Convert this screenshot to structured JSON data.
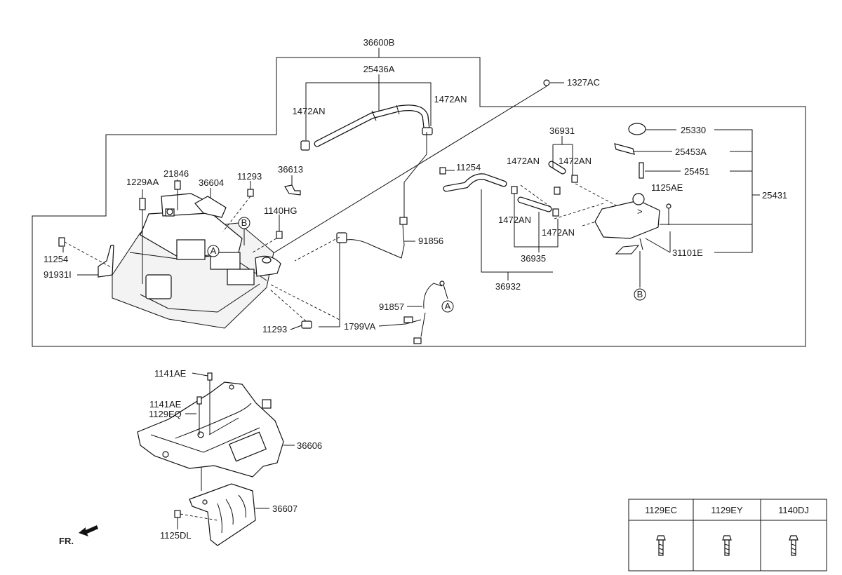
{
  "assembly_label": "36600B",
  "callouts": {
    "p_25436A": "25436A",
    "p_1472AN_a": "1472AN",
    "p_1472AN_b": "1472AN",
    "p_1327AC": "1327AC",
    "p_36931": "36931",
    "p_1472AN_c": "1472AN",
    "p_1472AN_d": "1472AN",
    "p_11254_a": "11254",
    "p_1472AN_e": "1472AN",
    "p_1472AN_f": "1472AN",
    "p_36935": "36935",
    "p_36932": "36932",
    "p_25330": "25330",
    "p_25453A": "25453A",
    "p_25451": "25451",
    "p_1125AE": "1125AE",
    "p_25431": "25431",
    "p_31101E": "31101E",
    "p_21846": "21846",
    "p_1229AA": "1229AA",
    "p_36604": "36604",
    "p_11293_a": "11293",
    "p_36613": "36613",
    "p_1140HG": "1140HG",
    "p_91856": "91856",
    "p_11254_b": "11254",
    "p_91931I": "91931I",
    "p_11293_b": "11293",
    "p_1799VA": "1799VA",
    "p_91857": "91857",
    "p_1141AE_a": "1141AE",
    "p_1141AE_b": "1141AE",
    "p_1129EQ": "1129EQ",
    "p_36606": "36606",
    "p_36607": "36607",
    "p_1125DL": "1125DL"
  },
  "markers": {
    "A": "A",
    "B": "B"
  },
  "fr_label": "FR.",
  "fastener_table": {
    "headers": [
      "1129EC",
      "1129EY",
      "1140DJ"
    ]
  }
}
